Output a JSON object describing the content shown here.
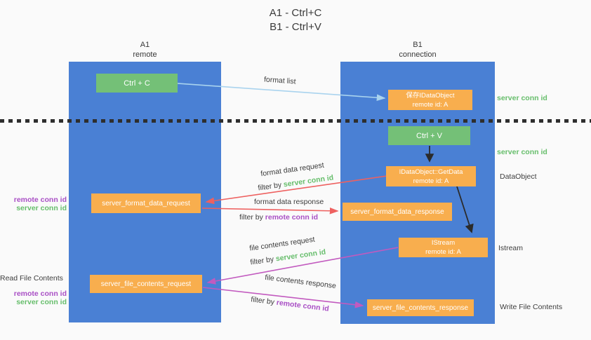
{
  "title": {
    "line1": "A1 - Ctrl+C",
    "line2": "B1 - Ctrl+V"
  },
  "lanes": {
    "a1": {
      "name": "A1",
      "role": "remote"
    },
    "b1": {
      "name": "B1",
      "role": "connection"
    }
  },
  "nodes": {
    "ctrl_c": {
      "label": "Ctrl + C"
    },
    "save_idataobject": {
      "line1": "保存IDataObject",
      "line2": "remote id: A"
    },
    "ctrl_v": {
      "label": "Ctrl + V"
    },
    "idataobject_getdata": {
      "line1": "IDataObject::GetData",
      "line2": "remote id: A"
    },
    "server_format_data_request": {
      "label": "server_format_data_request"
    },
    "server_format_data_response": {
      "label": "server_format_data_response"
    },
    "istream": {
      "line1": "IStream",
      "line2": "remote id: A"
    },
    "server_file_contents_request": {
      "label": "server_file_contents_request"
    },
    "server_file_contents_response": {
      "label": "server_file_contents_response"
    }
  },
  "arrow_labels": {
    "format_list": "format list",
    "format_data_request": "format data request",
    "format_data_response": "format data response",
    "file_contents_request": "file contents request",
    "file_contents_response": "file contents response",
    "filter_by": "filter by",
    "server_conn_id": "server conn id",
    "remote_conn_id": "remote conn id"
  },
  "side_labels": {
    "remote_conn_id": "remote conn id",
    "server_conn_id": "server conn id",
    "read_file_contents": "Read File Contents",
    "write_file_contents": "Write File Contents",
    "dataobject": "DataObject",
    "istream": "Istream"
  },
  "colors": {
    "lane_blue": "#4a80d4",
    "node_green": "#74c077",
    "node_orange": "#f8ae4e",
    "arrow_lightblue": "#a9d3ee",
    "arrow_red": "#ee6160",
    "arrow_magenta": "#c25abf",
    "arrow_black": "#2b2b2b",
    "text_green": "#67be6c",
    "text_purple": "#a94fc5",
    "text_dark": "#3d3d3d"
  }
}
